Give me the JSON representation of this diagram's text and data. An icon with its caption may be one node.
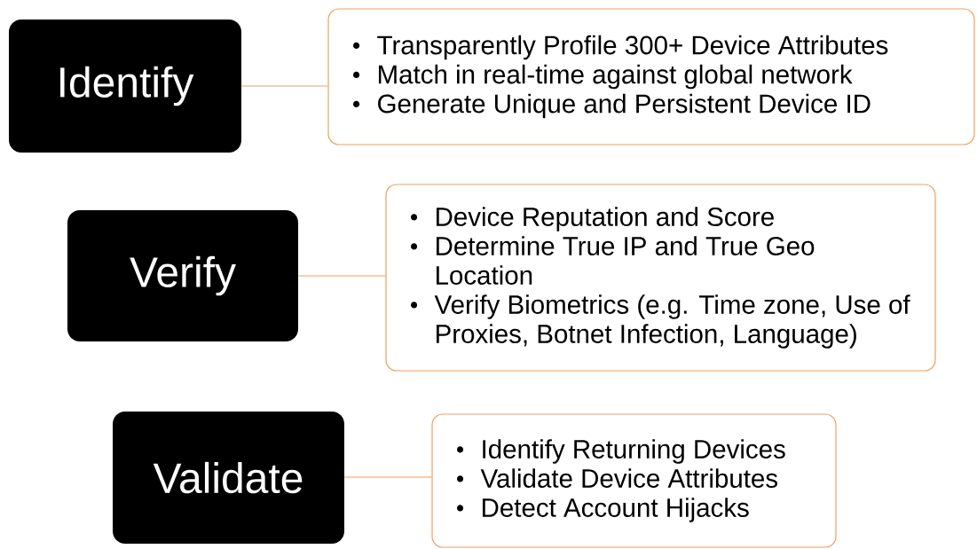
{
  "diagram": {
    "nodes": [
      {
        "text": [
          "Identify"
        ]
      },
      {
        "text": [
          "Transparently Profile 300+ Device Attributes",
          "Match in real-time against global network",
          "Generate Unique and Persistent Device ID"
        ]
      },
      {
        "text": [
          "Verify"
        ]
      },
      {
        "text": [
          "Device Reputation and Score",
          "Determine True IP and True Geo Location",
          "Verify Biometrics (e.g. Time zone, Use of Proxies, Botnet Infection, Language)"
        ]
      },
      {
        "text": [
          "Validate"
        ]
      },
      {
        "text": [
          "Identify Returning Devices",
          "Validate Device Attributes",
          "Detect Account Hijacks"
        ]
      }
    ],
    "edges": [
      {
        "from": 0,
        "to": 1,
        "arrow": "none"
      },
      {
        "from": 2,
        "to": 3,
        "arrow": "none"
      },
      {
        "from": 4,
        "to": 5,
        "arrow": "none"
      }
    ]
  }
}
